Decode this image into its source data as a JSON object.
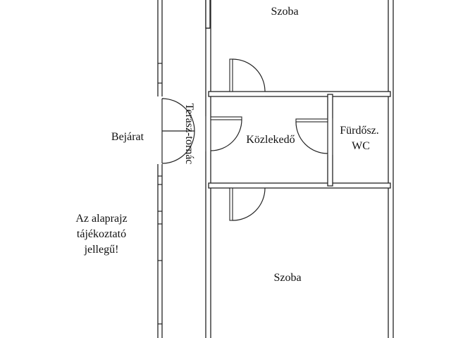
{
  "rooms": {
    "top_room": "Szoba",
    "bottom_room": "Szoba",
    "corridor": "Közlekedő",
    "bathroom_line1": "Fürdősz.",
    "bathroom_line2": "WC",
    "terrace": "Terasz-tornác",
    "entrance": "Bejárat"
  },
  "note": {
    "line1": "Az alaprajz",
    "line2": "tájékoztató",
    "line3": "jellegű!"
  }
}
